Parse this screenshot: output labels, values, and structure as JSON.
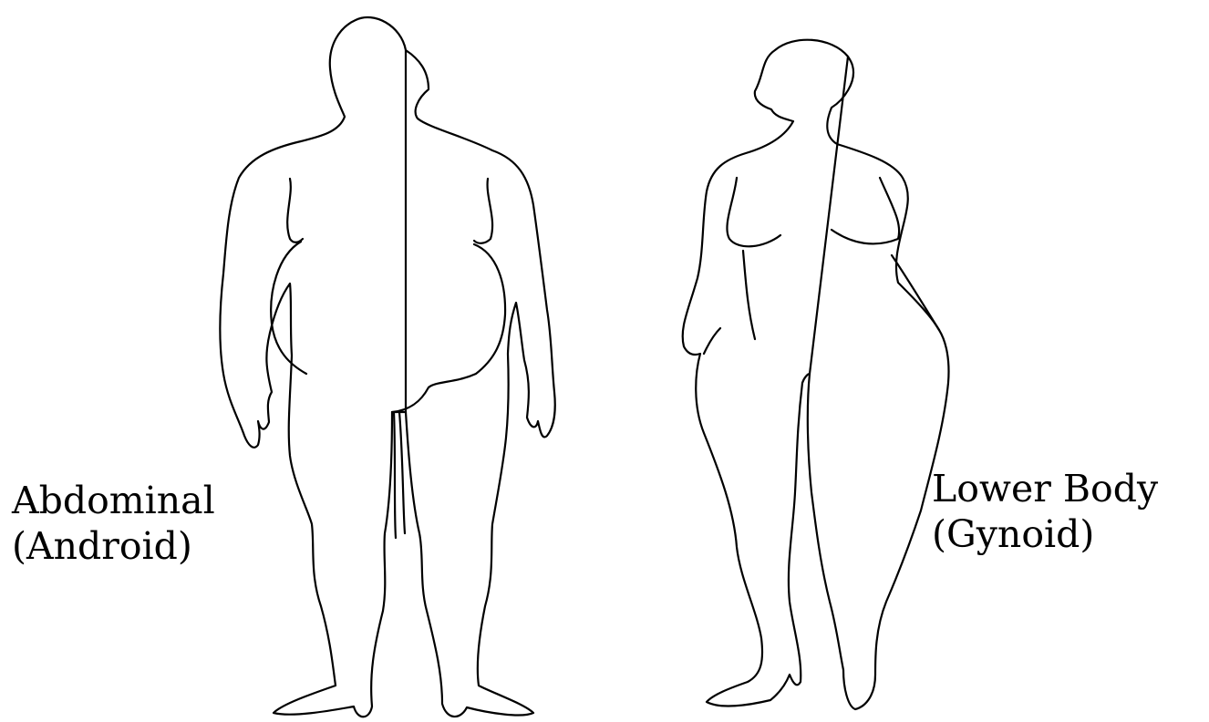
{
  "labels": {
    "android": {
      "line1": "Abdominal",
      "line2": "(Android)"
    },
    "gynoid": {
      "line1": "Lower Body",
      "line2": "(Gynoid)"
    }
  },
  "colors": {
    "background": "#ffffff",
    "stroke": "#000000"
  }
}
